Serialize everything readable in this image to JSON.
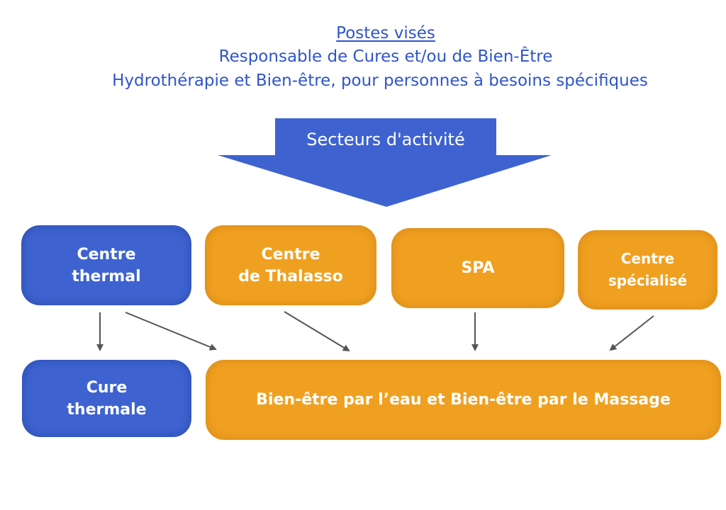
{
  "header": {
    "title": "Postes visés",
    "line2": "Responsable de Cures et/ou de Bien-Être",
    "line3": "Hydrothérapie et Bien-être, pour personnes à besoins spécifiques"
  },
  "sectors_arrow": {
    "label": "Secteurs d'activité"
  },
  "boxes": {
    "centre_thermal": "Centre\nthermal",
    "centre_thalasso": "Centre\nde Thalasso",
    "spa": "SPA",
    "centre_specialise": "Centre\nspécialisé",
    "cure_thermale": "Cure\nthermale",
    "bien_etre": "Bien-être par l’eau et Bien-être par le Massage"
  },
  "colors": {
    "blue": "#3e63d0",
    "orange": "#f0a020",
    "title_blue": "#2f55c9",
    "arrow_gray": "#555555"
  }
}
